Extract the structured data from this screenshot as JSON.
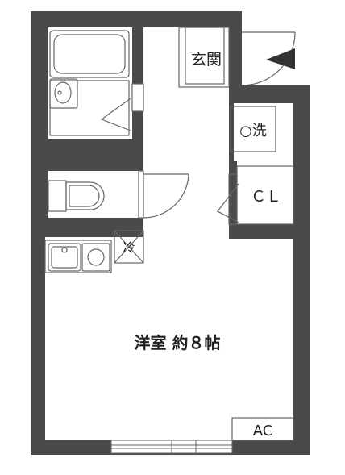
{
  "rooms": {
    "entrance": "玄関",
    "laundry": "○洗",
    "closet": "ＣＬ",
    "fridge": "冷",
    "main_room": "洋室 約８帖",
    "aircon": "AC"
  },
  "colors": {
    "wall": "#4a4a4a",
    "fixture_line": "#666666",
    "background": "#ffffff"
  }
}
